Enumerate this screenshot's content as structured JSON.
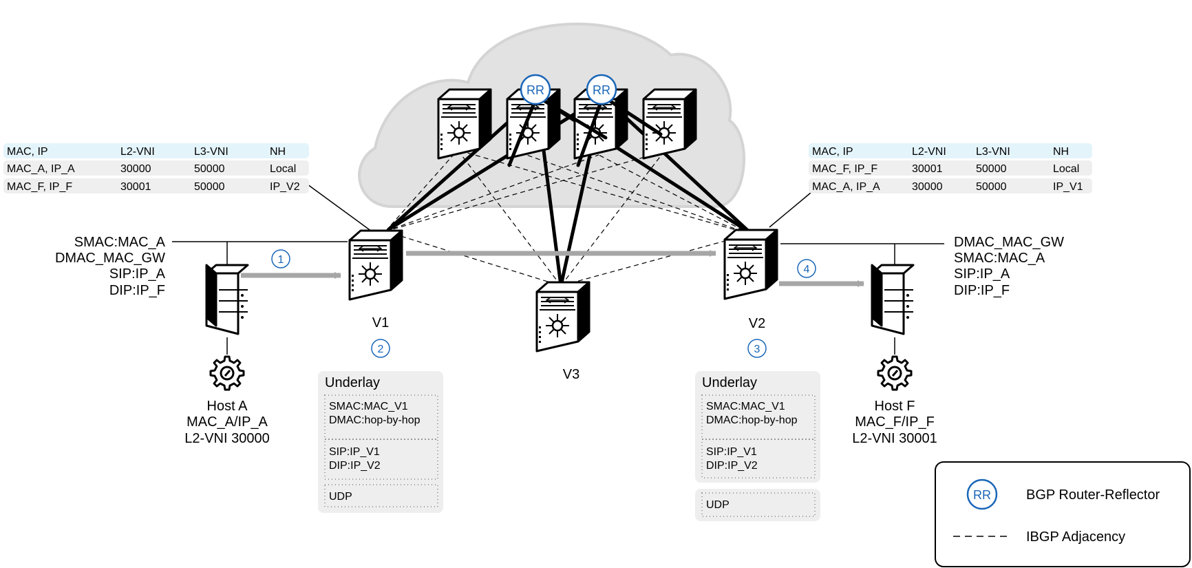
{
  "left_table": {
    "header": [
      "MAC, IP",
      "L2-VNI",
      "L3-VNI",
      "NH"
    ],
    "rows": [
      [
        "MAC_A, IP_A",
        "30000",
        "50000",
        "Local"
      ],
      [
        "MAC_F, IP_F",
        "30001",
        "50000",
        "IP_V2"
      ]
    ]
  },
  "right_table": {
    "header": [
      "MAC, IP",
      "L2-VNI",
      "L3-VNI",
      "NH"
    ],
    "rows": [
      [
        "MAC_F, IP_F",
        "30001",
        "50000",
        "Local"
      ],
      [
        "MAC_A, IP_A",
        "30000",
        "50000",
        "IP_V1"
      ]
    ]
  },
  "rr_label": "RR",
  "vteps": {
    "v1": "V1",
    "v2": "V2",
    "v3": "V3"
  },
  "steps": [
    "1",
    "2",
    "3",
    "4"
  ],
  "left_packet": [
    "SMAC:MAC_A",
    "DMAC_MAC_GW",
    "SIP:IP_A",
    "DIP:IP_F"
  ],
  "right_packet": [
    "DMAC_MAC_GW",
    "SMAC:MAC_A",
    "SIP:IP_A",
    "DIP:IP_F"
  ],
  "host_a": [
    "Host A",
    "MAC_A/IP_A",
    "L2-VNI 30000"
  ],
  "host_f": [
    "Host F",
    "MAC_F/IP_F",
    "L2-VNI 30001"
  ],
  "underlay_left": {
    "title": "Underlay",
    "l2": [
      "SMAC:MAC_V1",
      "DMAC:hop-by-hop"
    ],
    "l3": [
      "SIP:IP_V1",
      "DIP:IP_V2"
    ],
    "l4": "UDP"
  },
  "underlay_right": {
    "title": "Underlay",
    "l2": [
      "SMAC:MAC_V1",
      "DMAC:hop-by-hop"
    ],
    "l3": [
      "SIP:IP_V1",
      "DIP:IP_V2"
    ],
    "l4": "UDP"
  },
  "legend": {
    "rr_text": "BGP Router-Reflector",
    "ibgp_text": "IBGP Adjacency"
  },
  "colors": {
    "accent": "#1a66b8",
    "cloud": "#e2e2e2",
    "table_header": "#e4f4fb",
    "table_row": "#efefef",
    "underlay_box": "#eeeeee",
    "arrow": "#a6a6a6"
  }
}
